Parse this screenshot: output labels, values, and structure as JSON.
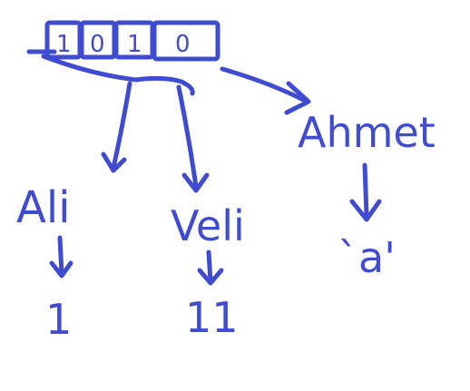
{
  "diagram": {
    "ink_color": "#3f4bd0",
    "bits": [
      "1",
      "0",
      "1",
      "0"
    ],
    "nodes": {
      "ali": {
        "label": "Ali",
        "value": "1"
      },
      "veli": {
        "label": "Veli",
        "value": "11"
      },
      "ahmet": {
        "label": "Ahmet",
        "value": "`a'"
      }
    }
  }
}
